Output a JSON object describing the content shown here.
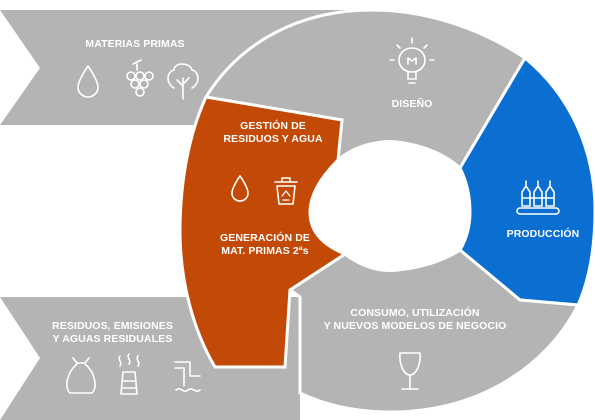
{
  "segments": {
    "raw_materials": {
      "title": "MATERIAS PRIMAS",
      "icons": [
        "water-drop-icon",
        "grapes-icon",
        "tree-icon"
      ]
    },
    "design": {
      "title": "DISEÑO",
      "icons": [
        "lightbulb-icon"
      ]
    },
    "production": {
      "title": "PRODUCCIÓN",
      "icons": [
        "bottles-icon"
      ]
    },
    "consumption": {
      "title_line1": "CONSUMO, UTILIZACIÓN",
      "title_line2": "Y NUEVOS MODELOS DE NEGOCIO",
      "icons": [
        "wine-glass-icon"
      ]
    },
    "waste_management": {
      "title_line1": "GESTIÓN DE",
      "title_line2": "RESIDUOS Y AGUA",
      "subtitle_line1": "GENERACIÓN DE",
      "subtitle_line2": "MAT. PRIMAS 2ªs",
      "icons": [
        "water-drop-icon",
        "recycle-bin-icon"
      ]
    },
    "residues": {
      "title_line1": "RESIDUOS, EMISIONES",
      "title_line2": "Y AGUAS RESIDUALES",
      "icons": [
        "waste-bag-icon",
        "emissions-icon",
        "wastewater-icon"
      ]
    }
  },
  "colors": {
    "gray": "#b4b4b4",
    "blue": "#0a6fd1",
    "orange": "#c24a06",
    "white": "#ffffff"
  }
}
